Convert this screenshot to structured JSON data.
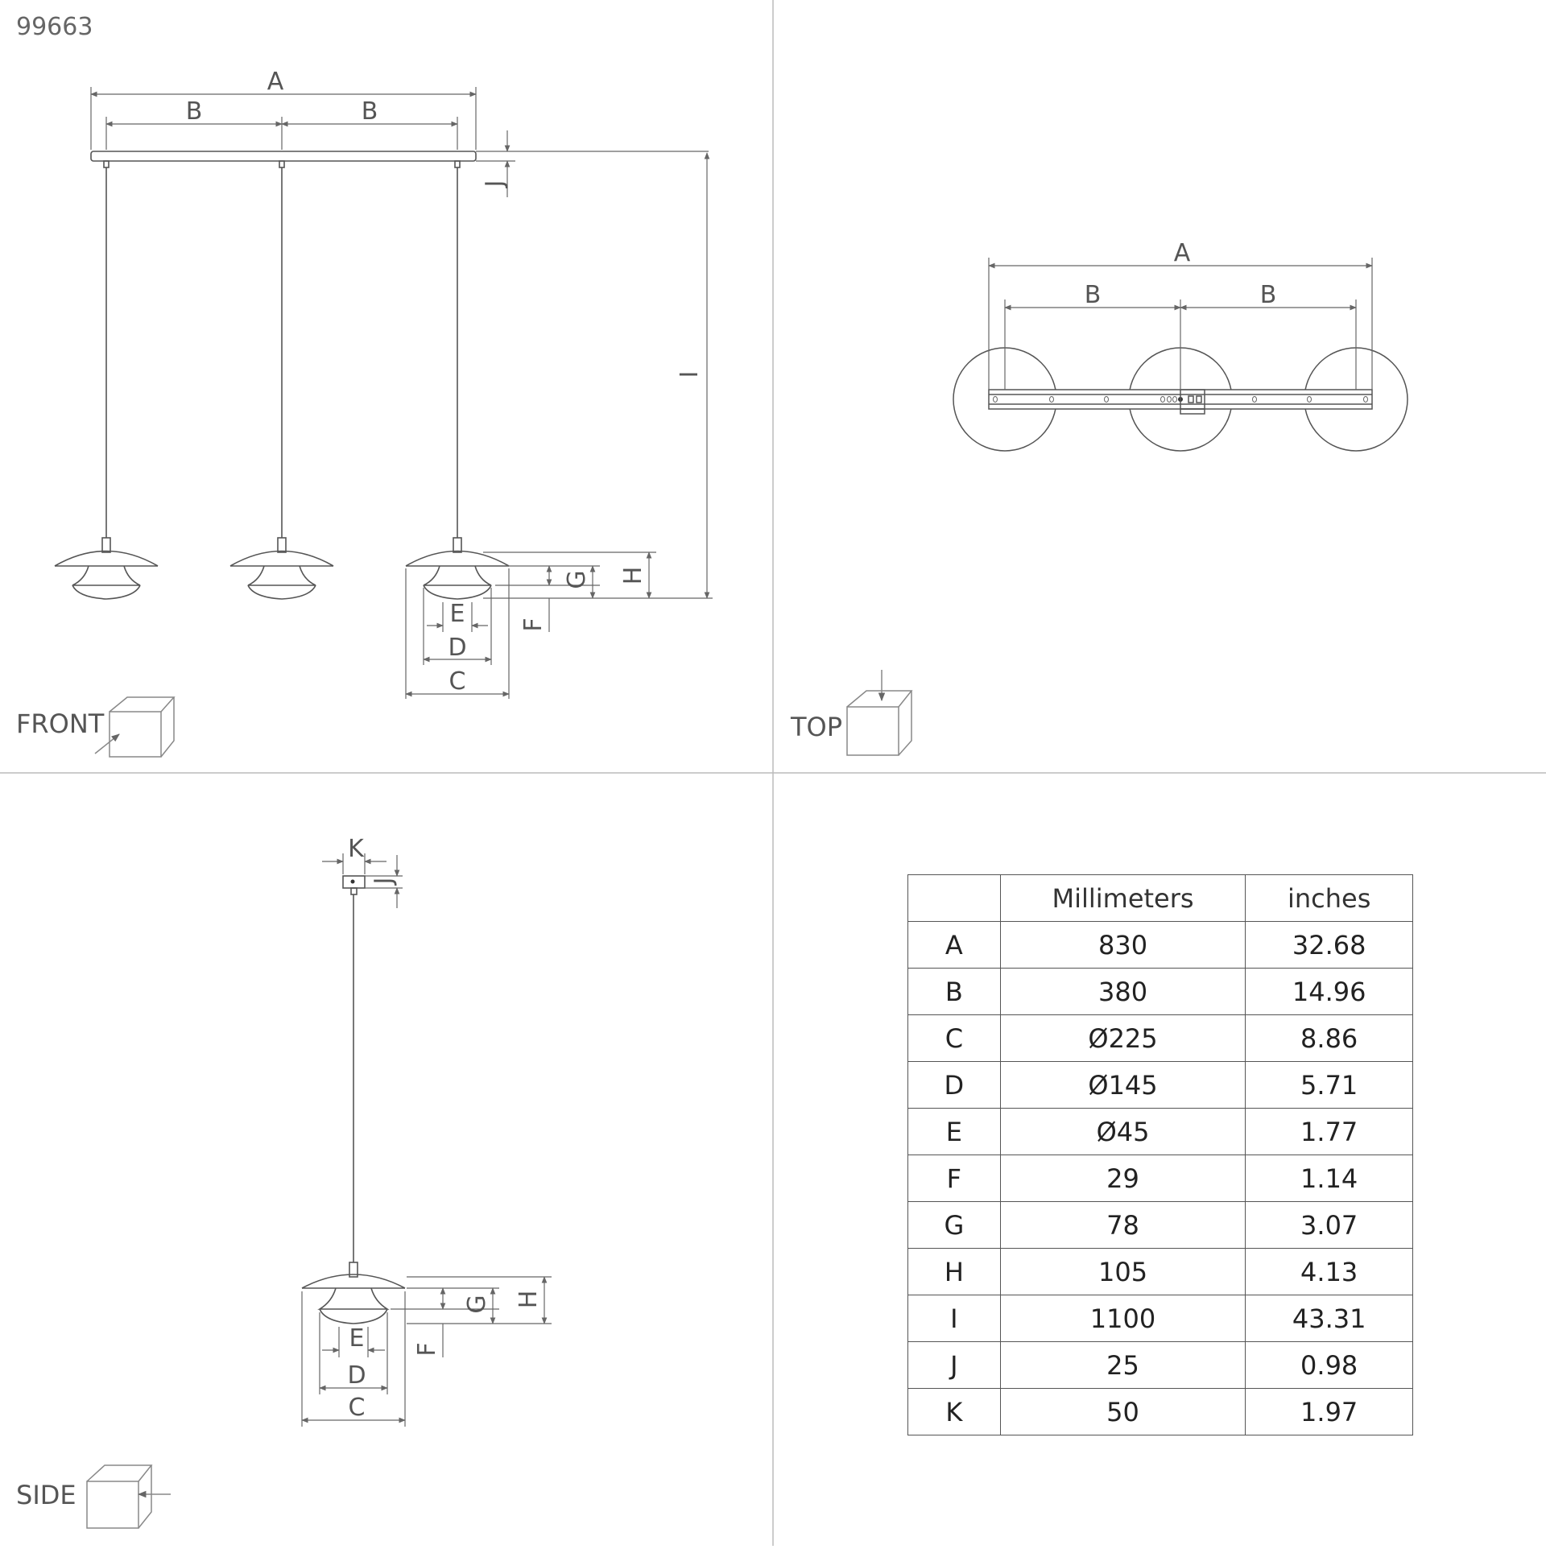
{
  "product_code": "99663",
  "views": {
    "front": "FRONT",
    "top": "TOP",
    "side": "SIDE"
  },
  "dimension_letters": [
    "A",
    "B",
    "C",
    "D",
    "E",
    "F",
    "G",
    "H",
    "I",
    "J",
    "K"
  ],
  "table": {
    "headers": [
      "",
      "Millimeters",
      "inches"
    ],
    "rows": [
      {
        "label": "A",
        "mm": "830",
        "in": "32.68"
      },
      {
        "label": "B",
        "mm": "380",
        "in": "14.96"
      },
      {
        "label": "C",
        "mm": "Ø225",
        "in": "8.86"
      },
      {
        "label": "D",
        "mm": "Ø145",
        "in": "5.71"
      },
      {
        "label": "E",
        "mm": "Ø45",
        "in": "1.77"
      },
      {
        "label": "F",
        "mm": "29",
        "in": "1.14"
      },
      {
        "label": "G",
        "mm": "78",
        "in": "3.07"
      },
      {
        "label": "H",
        "mm": "105",
        "in": "4.13"
      },
      {
        "label": "I",
        "mm": "1100",
        "in": "43.31"
      },
      {
        "label": "J",
        "mm": "25",
        "in": "0.98"
      },
      {
        "label": "K",
        "mm": "50",
        "in": "1.97"
      }
    ]
  },
  "colors": {
    "line": "#555555",
    "divider": "#bbbbbb"
  },
  "icons": [
    "front-view-cube-icon",
    "top-view-cube-icon",
    "side-view-cube-icon"
  ]
}
